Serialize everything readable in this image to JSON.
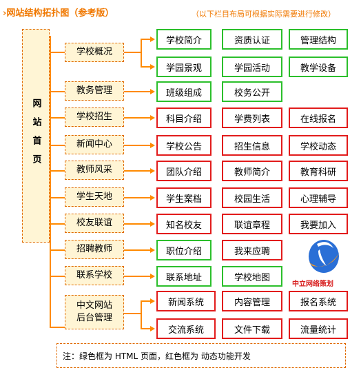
{
  "title": "›网站结构拓扑图（参考版）",
  "note_top": "（以下栏目布局可根据实际需要进行修改）",
  "home_label": "网站首页",
  "categories": {
    "gaikuang": "学校概况",
    "jiaowu": "教务管理",
    "zhaosheng": "学校招生",
    "xinwen": "新闻中心",
    "jiaoshi": "教师风采",
    "xuesheng": "学生天地",
    "xiaoyou": "校友联谊",
    "zhaopin": "招聘教师",
    "lianxi": "联系学校",
    "houtai_line1": "中文网站",
    "houtai_line2": "后台管理"
  },
  "leaves": {
    "l01": "学校简介",
    "l02": "资质认证",
    "l03": "管理结构",
    "l04": "学园景观",
    "l05": "学园活动",
    "l06": "教学设备",
    "l07": "班级组成",
    "l08": "校务公开",
    "l09": "科目介绍",
    "l10": "学费列表",
    "l11": "在线报名",
    "l12": "学校公告",
    "l13": "招生信息",
    "l14": "学校动态",
    "l15": "团队介绍",
    "l16": "教师简介",
    "l17": "教育科研",
    "l18": "学生案档",
    "l19": "校园生活",
    "l20": "心理辅导",
    "l21": "知名校友",
    "l22": "联谊章程",
    "l23": "我要加入",
    "l24": "职位介绍",
    "l25": "我来应聘",
    "l26": "联系地址",
    "l27": "学校地图",
    "l28": "新闻系统",
    "l29": "内容管理",
    "l30": "报名系统",
    "l31": "交流系统",
    "l32": "文件下载",
    "l33": "流量统计"
  },
  "logo_text": "中立网络策划",
  "footnote": "注：绿色框为 HTML 页面，红色框为 动态功能开发",
  "colors": {
    "accent": "#ff8a00",
    "green_border": "#2bbf2b",
    "red_border": "#e21b1b",
    "category_fill": "#fff5d5"
  }
}
